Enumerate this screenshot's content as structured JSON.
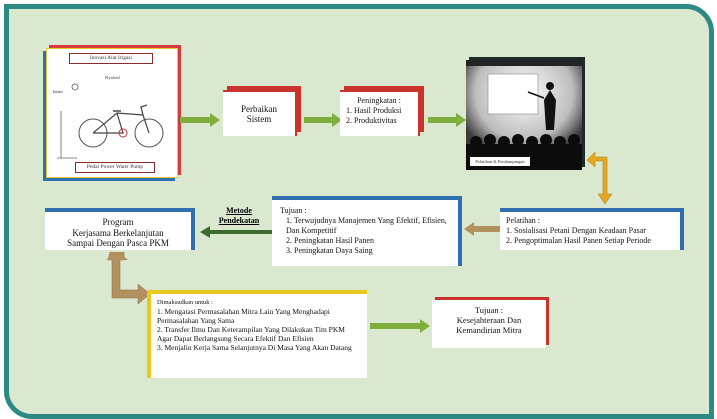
{
  "pump": {
    "title": "Inovasi Alat Irigasi",
    "caption": "Pedal Power Water Pump",
    "label_flywheel": "Flywheel",
    "label_intake": "Intake"
  },
  "perbaikan": "Perbaikan Sistem",
  "peningkatan": {
    "title": "Peningkatan :",
    "items": [
      "1. Hasil Produksi",
      "2. Produktivitas"
    ]
  },
  "pelatihan_image": {
    "caption": "Pelatihan & Pendampingan"
  },
  "pelatihan_box": {
    "title": "Pelatihan :",
    "items": [
      "1. Sosialisasi Petani Dengan Keadaan Pasar",
      "2. Pengoptimalan Hasil Panen Setiap Periode"
    ]
  },
  "tujuan_mid": {
    "title": "Tujuan :",
    "items": [
      "1. Terwujudnya Manajemen Yang Efektif, Efisien, Dan Kompetitif",
      "2. Peningkatan Hasil Panen",
      "3. Peningkatan Daya Saing"
    ]
  },
  "metode": {
    "line1": "Metode",
    "line2": "Pendekatan"
  },
  "program": {
    "line1": "Program",
    "line2": "Kerjasama Berkelanjutan",
    "line3": "Sampai Dengan Pasca PKM"
  },
  "dimaksudkan": {
    "title": "Dimaksudkan untuk :",
    "items": [
      "1. Mengatasi Permasalahan Mitra Lain Yang Menghadapi Permasalahan Yang Sama",
      "2. Transfer Ilmu Dan Keterampilan Yang Dilakukan Tim PKM Agar Dapat Berlangsung Secara Efektif Dan Efisien",
      "3. Menjalin Kerja Sama Selanjutnya Di Masa Yang Akan Datang"
    ]
  },
  "tujuan_final": {
    "title": "Tujuan :",
    "line1": "Kesejahteraan Dan",
    "line2": "Kemandirian Mitra"
  },
  "colors": {
    "frame": "#2c8a82",
    "background": "#d9e8cf",
    "arrow_green": "#7fae3c",
    "arrow_orange": "#e5a722",
    "arrow_brown": "#b39060",
    "accent_red": "#c8332c",
    "accent_blue": "#2f6fb0",
    "accent_yellow": "#e7c91f"
  }
}
